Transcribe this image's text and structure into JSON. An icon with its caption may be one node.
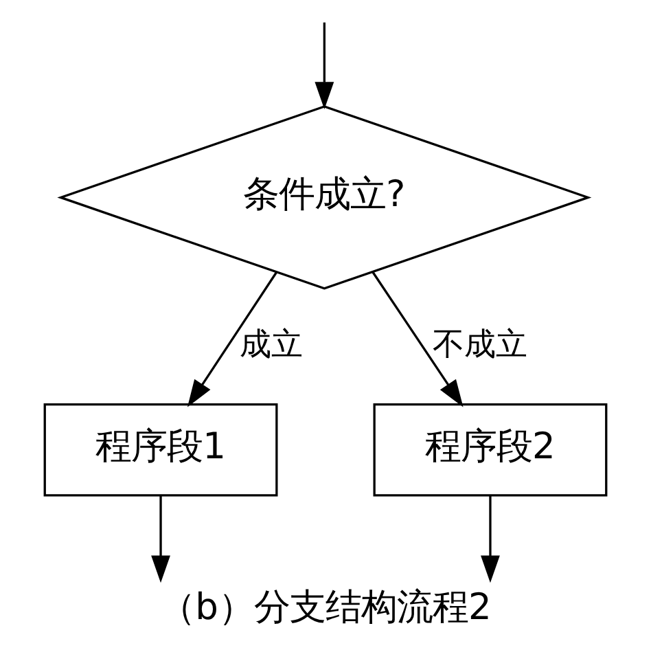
{
  "diagram": {
    "caption": "（b）分支结构流程2",
    "nodes": [
      {
        "text": [
          "条件成立?"
        ]
      },
      {
        "text": [
          "程序段1"
        ]
      },
      {
        "text": [
          "程序段2"
        ]
      }
    ],
    "edges": [
      {
        "from": null,
        "to": 0,
        "arrow": "to"
      },
      {
        "from": 0,
        "to": 1,
        "arrow": "to",
        "label": "成立"
      },
      {
        "from": 0,
        "to": 2,
        "arrow": "to",
        "label": "不成立"
      },
      {
        "from": 1,
        "to": null,
        "arrow": "to"
      },
      {
        "from": 2,
        "to": null,
        "arrow": "to"
      }
    ]
  }
}
